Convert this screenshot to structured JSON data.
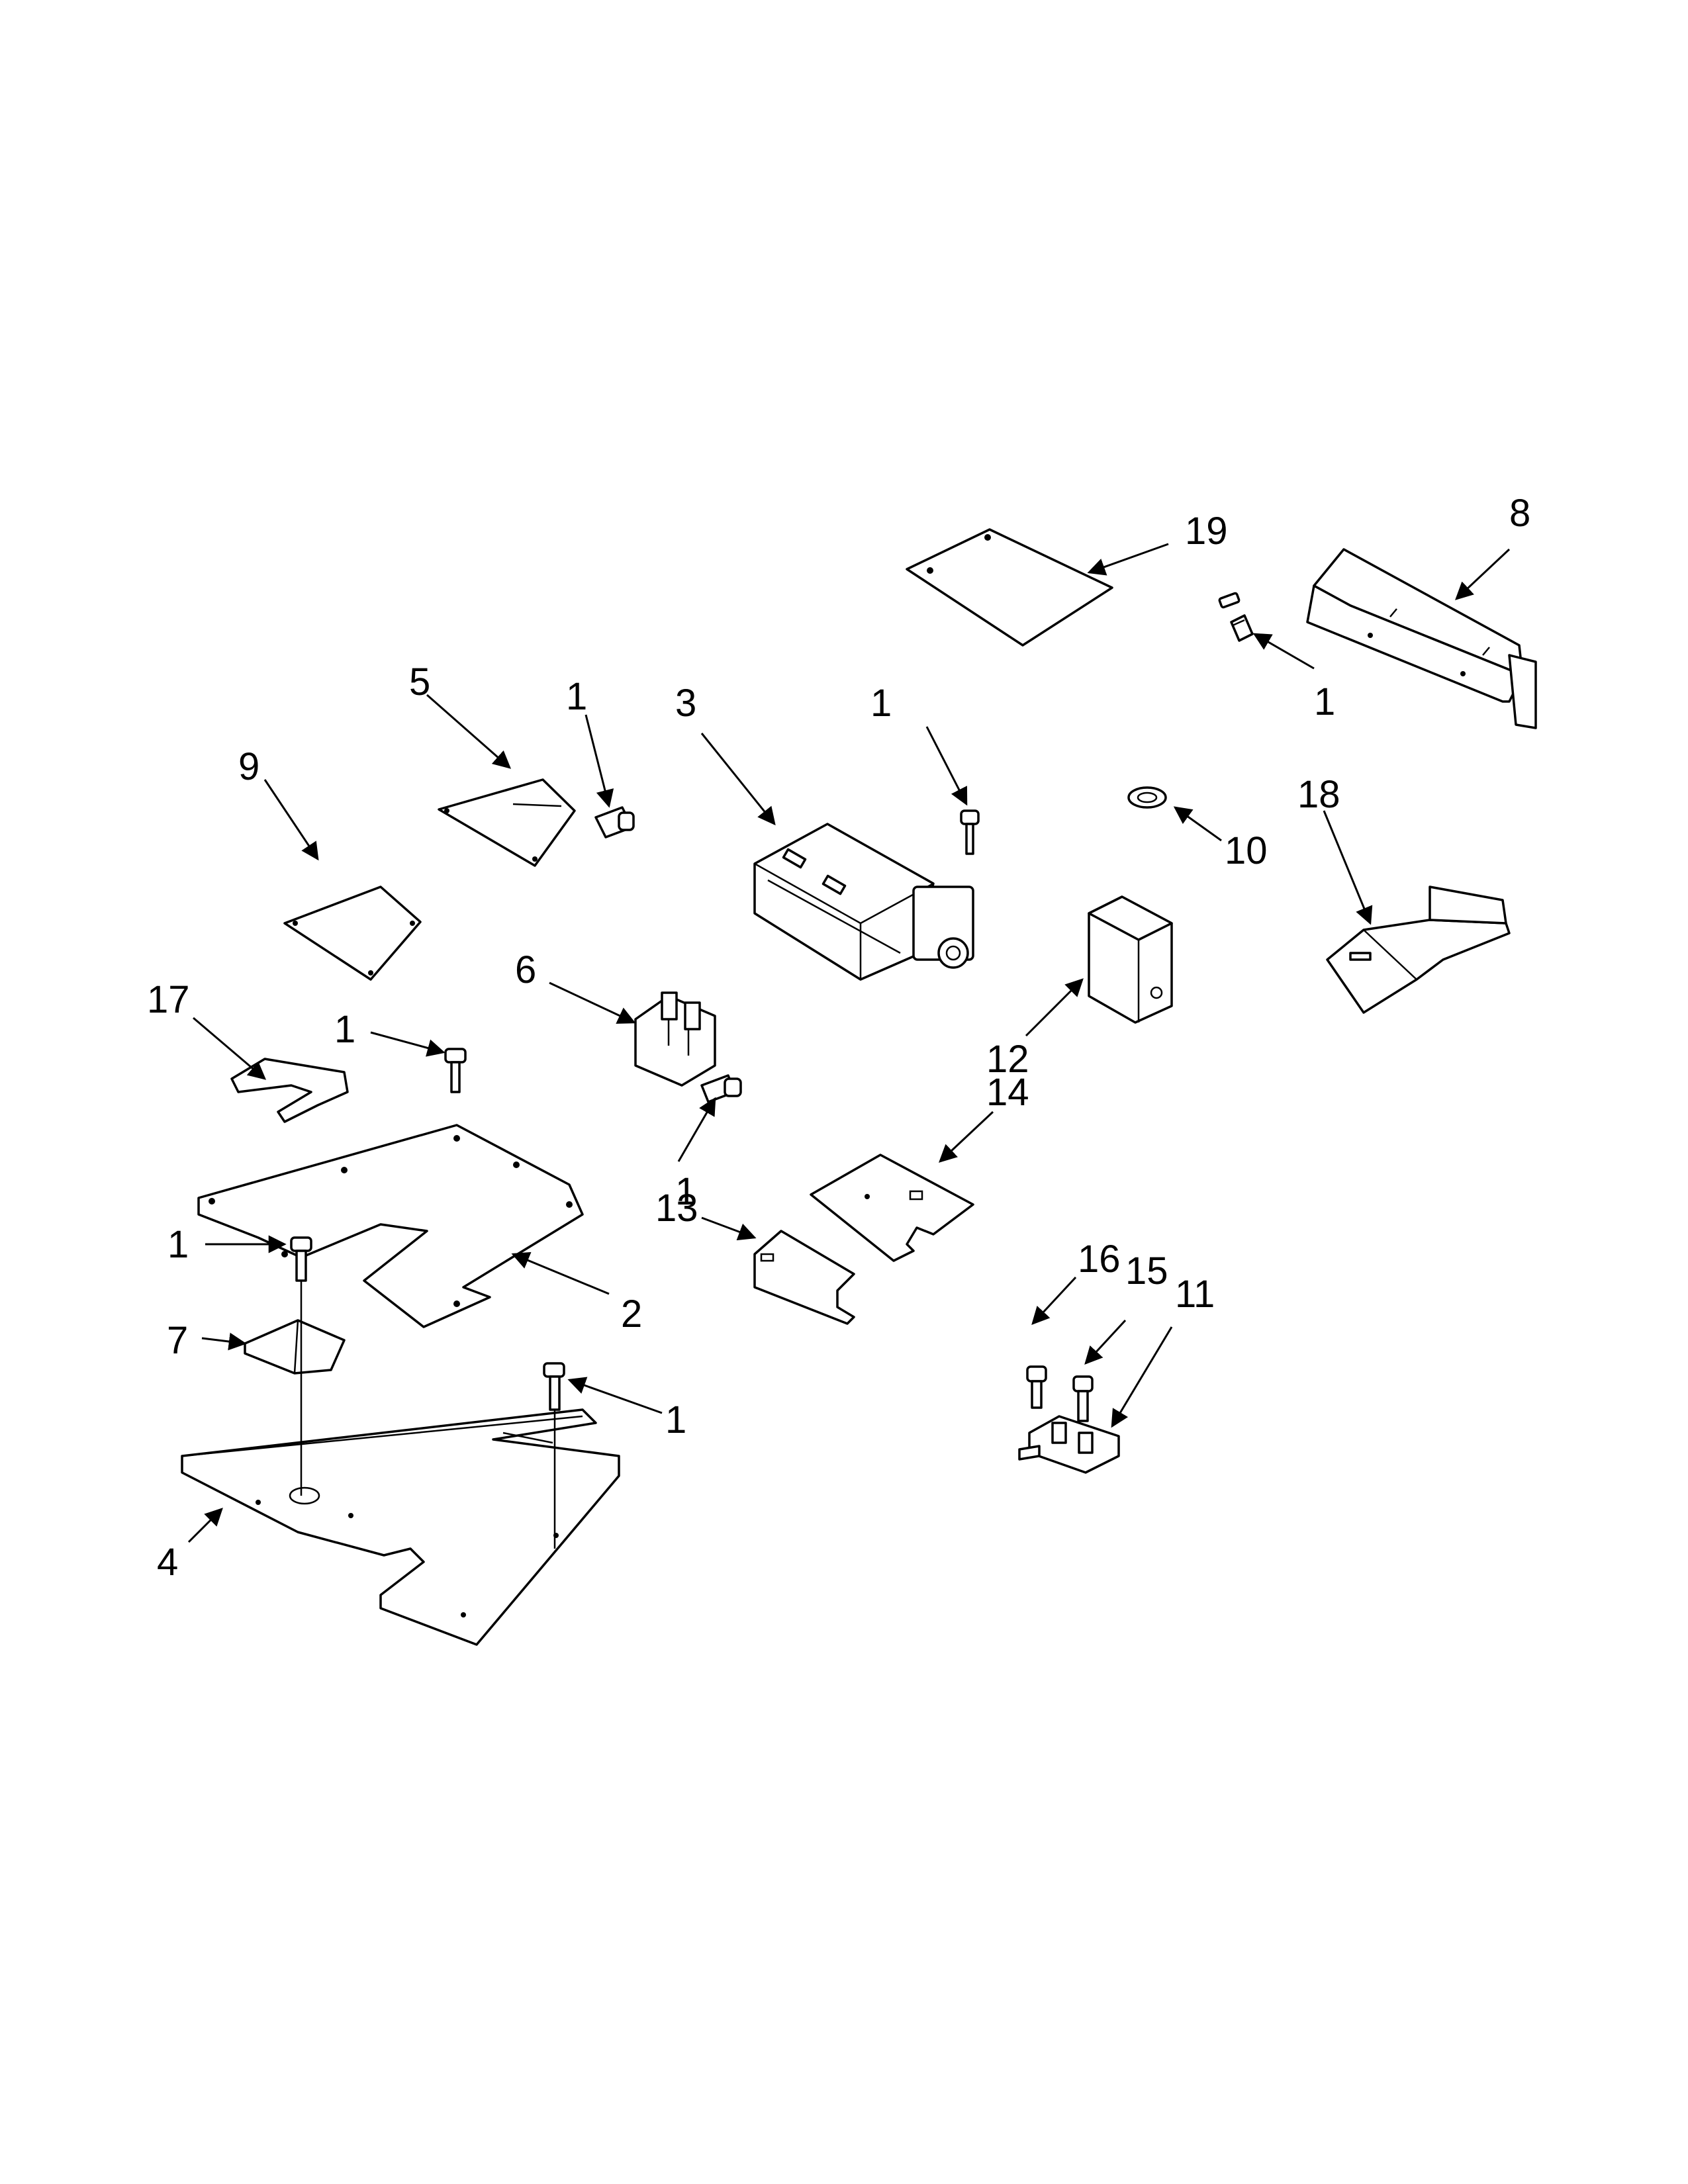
{
  "labels": {
    "l19": "19",
    "l8": "8",
    "l1_8": "1",
    "l5": "5",
    "l1_5": "1",
    "l3": "3",
    "l1_3": "1",
    "l9": "9",
    "l10": "10",
    "l18": "18",
    "l6": "6",
    "l17": "17",
    "l1_2": "1",
    "l12": "12",
    "l14": "14",
    "l1_6": "1",
    "l13": "13",
    "l1_7": "1",
    "l2": "2",
    "l16": "16",
    "l15": "15",
    "l11": "11",
    "l7": "7",
    "l1_4": "1",
    "l4": "4"
  }
}
